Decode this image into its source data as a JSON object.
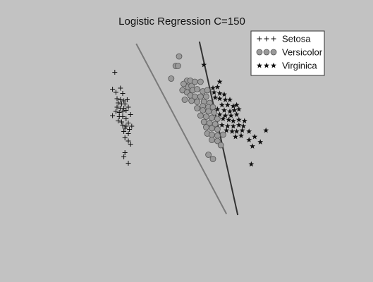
{
  "chart_data": {
    "type": "scatter",
    "title": "Logistic Regression C=150",
    "xlabel": "",
    "ylabel": "",
    "xlim": [
      0,
      10
    ],
    "ylim": [
      0,
      10
    ],
    "grid": false,
    "legend_position": "top-right",
    "series": [
      {
        "name": "Setosa",
        "marker": "plus",
        "color": "#111111",
        "points": [
          [
            1.65,
            8.25
          ],
          [
            1.55,
            7.45
          ],
          [
            1.9,
            7.5
          ],
          [
            1.7,
            7.3
          ],
          [
            2.0,
            7.25
          ],
          [
            1.75,
            7.0
          ],
          [
            1.9,
            6.95
          ],
          [
            2.05,
            6.9
          ],
          [
            2.2,
            6.95
          ],
          [
            1.8,
            6.8
          ],
          [
            1.95,
            6.75
          ],
          [
            2.1,
            6.75
          ],
          [
            1.75,
            6.6
          ],
          [
            1.9,
            6.55
          ],
          [
            2.05,
            6.55
          ],
          [
            2.25,
            6.6
          ],
          [
            1.7,
            6.4
          ],
          [
            1.85,
            6.35
          ],
          [
            2.0,
            6.4
          ],
          [
            2.15,
            6.45
          ],
          [
            1.55,
            6.2
          ],
          [
            2.35,
            6.25
          ],
          [
            1.85,
            6.15
          ],
          [
            2.0,
            6.15
          ],
          [
            2.15,
            6.05
          ],
          [
            1.8,
            5.95
          ],
          [
            1.95,
            5.9
          ],
          [
            2.25,
            5.85
          ],
          [
            2.0,
            5.75
          ],
          [
            2.15,
            5.7
          ],
          [
            2.4,
            5.7
          ],
          [
            2.1,
            5.6
          ],
          [
            2.3,
            5.55
          ],
          [
            2.05,
            5.45
          ],
          [
            2.25,
            5.35
          ],
          [
            2.1,
            5.15
          ],
          [
            2.25,
            5.0
          ],
          [
            2.35,
            4.85
          ],
          [
            2.1,
            4.45
          ],
          [
            2.05,
            4.25
          ],
          [
            2.25,
            3.95
          ]
        ]
      },
      {
        "name": "Versicolor",
        "marker": "circle",
        "color": "#9a9a9a",
        "points": [
          [
            4.5,
            9.0
          ],
          [
            4.35,
            8.55
          ],
          [
            4.45,
            8.55
          ],
          [
            4.15,
            7.95
          ],
          [
            4.85,
            7.85
          ],
          [
            5.0,
            7.85
          ],
          [
            4.7,
            7.7
          ],
          [
            4.9,
            7.55
          ],
          [
            5.05,
            7.6
          ],
          [
            5.2,
            7.8
          ],
          [
            5.45,
            7.8
          ],
          [
            4.65,
            7.4
          ],
          [
            4.85,
            7.3
          ],
          [
            5.1,
            7.4
          ],
          [
            5.3,
            7.45
          ],
          [
            5.55,
            7.35
          ],
          [
            5.75,
            7.4
          ],
          [
            5.0,
            7.15
          ],
          [
            5.2,
            7.1
          ],
          [
            5.45,
            7.1
          ],
          [
            5.7,
            7.1
          ],
          [
            4.75,
            6.95
          ],
          [
            5.05,
            6.9
          ],
          [
            5.3,
            6.85
          ],
          [
            5.6,
            6.85
          ],
          [
            5.85,
            6.8
          ],
          [
            5.55,
            6.65
          ],
          [
            5.8,
            6.6
          ],
          [
            6.0,
            6.6
          ],
          [
            5.3,
            6.55
          ],
          [
            5.55,
            6.45
          ],
          [
            5.8,
            6.4
          ],
          [
            6.05,
            6.35
          ],
          [
            5.45,
            6.2
          ],
          [
            5.7,
            6.15
          ],
          [
            5.95,
            6.1
          ],
          [
            6.2,
            6.05
          ],
          [
            5.6,
            5.9
          ],
          [
            5.85,
            5.85
          ],
          [
            6.1,
            5.8
          ],
          [
            5.7,
            5.65
          ],
          [
            5.95,
            5.6
          ],
          [
            6.2,
            5.55
          ],
          [
            5.75,
            5.35
          ],
          [
            5.95,
            5.3
          ],
          [
            6.2,
            5.25
          ],
          [
            6.45,
            5.3
          ],
          [
            5.95,
            5.05
          ],
          [
            6.2,
            5.0
          ],
          [
            6.35,
            4.8
          ],
          [
            5.8,
            4.35
          ],
          [
            6.0,
            4.15
          ]
        ]
      },
      {
        "name": "Virginica",
        "marker": "star",
        "color": "#111111",
        "points": [
          [
            5.6,
            8.6
          ],
          [
            6.3,
            7.8
          ],
          [
            6.0,
            7.5
          ],
          [
            6.2,
            7.55
          ],
          [
            6.05,
            7.3
          ],
          [
            6.3,
            7.25
          ],
          [
            6.5,
            7.2
          ],
          [
            6.1,
            7.05
          ],
          [
            6.3,
            7.0
          ],
          [
            6.55,
            6.95
          ],
          [
            6.75,
            6.95
          ],
          [
            6.4,
            6.7
          ],
          [
            6.65,
            6.7
          ],
          [
            6.9,
            6.65
          ],
          [
            7.05,
            6.7
          ],
          [
            6.2,
            6.5
          ],
          [
            6.5,
            6.45
          ],
          [
            6.75,
            6.4
          ],
          [
            6.95,
            6.45
          ],
          [
            7.15,
            6.5
          ],
          [
            6.3,
            6.25
          ],
          [
            6.55,
            6.2
          ],
          [
            6.8,
            6.2
          ],
          [
            7.05,
            6.25
          ],
          [
            6.45,
            6.05
          ],
          [
            6.7,
            6.0
          ],
          [
            6.9,
            5.95
          ],
          [
            7.15,
            6.0
          ],
          [
            7.4,
            5.95
          ],
          [
            6.4,
            5.75
          ],
          [
            6.65,
            5.7
          ],
          [
            6.9,
            5.7
          ],
          [
            7.15,
            5.75
          ],
          [
            7.35,
            5.7
          ],
          [
            6.6,
            5.5
          ],
          [
            6.85,
            5.45
          ],
          [
            7.05,
            5.45
          ],
          [
            7.3,
            5.5
          ],
          [
            7.6,
            5.45
          ],
          [
            7.0,
            5.2
          ],
          [
            7.25,
            5.25
          ],
          [
            7.6,
            5.05
          ],
          [
            7.85,
            5.2
          ],
          [
            7.75,
            4.75
          ],
          [
            8.1,
            4.95
          ],
          [
            8.35,
            5.5
          ],
          [
            7.7,
            3.9
          ]
        ]
      }
    ],
    "decision_boundaries": [
      {
        "color": "#7a7a7a",
        "from": [
          2.6,
          9.6
        ],
        "to": [
          6.6,
          1.55
        ]
      },
      {
        "color": "#333333",
        "from": [
          5.4,
          9.7
        ],
        "to": [
          7.1,
          1.5
        ]
      }
    ],
    "plot_region_ref": {
      "legend_color_box": "#ffffff"
    }
  }
}
